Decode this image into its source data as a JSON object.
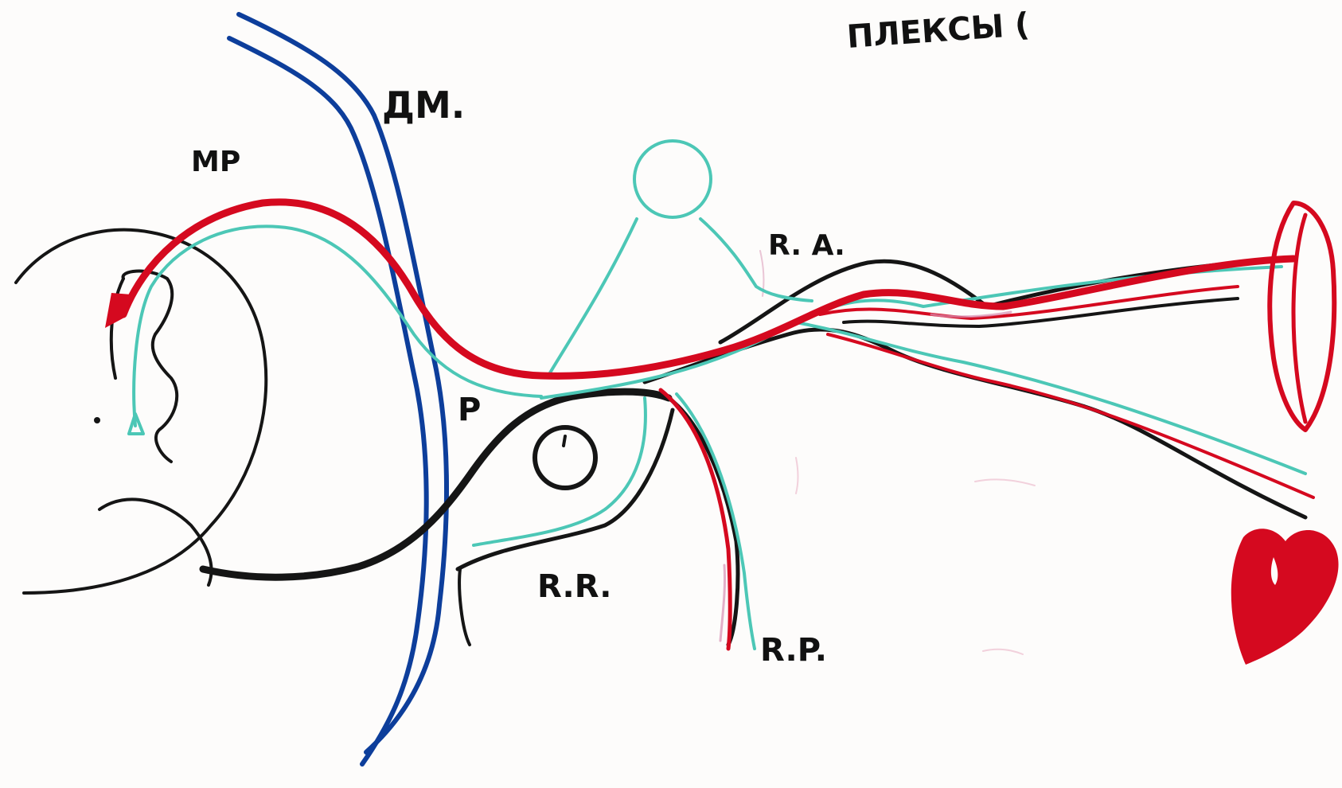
{
  "title": "ПЛЕКСЫ (",
  "labels": {
    "dm": "ДМ.",
    "mp": "MP",
    "ra": "R. A.",
    "rr": "R.R.",
    "rp": "R.P.",
    "p": "P"
  },
  "colors": {
    "red": "#d5091f",
    "teal": "#4cc7b6",
    "blue": "#0d3e9b",
    "black": "#151515",
    "pink": "#d78fb2"
  }
}
